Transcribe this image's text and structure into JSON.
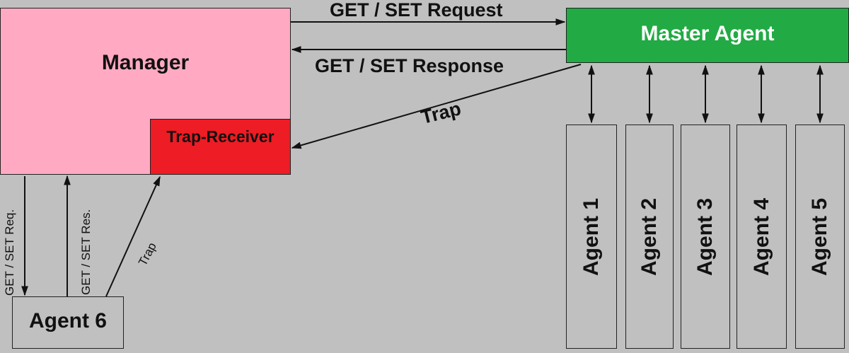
{
  "manager": {
    "title": "Manager"
  },
  "trap_receiver": {
    "label": "Trap-Receiver"
  },
  "master_agent": {
    "label": "Master Agent"
  },
  "agents": [
    "Agent 1",
    "Agent 2",
    "Agent 3",
    "Agent 4",
    "Agent 5"
  ],
  "agent6": {
    "label": "Agent 6"
  },
  "arrows": {
    "get_set_request": "GET / SET Request",
    "get_set_response": "GET / SET Response",
    "trap": "Trap",
    "get_set_req_short": "GET / SET Req.",
    "get_set_res_short": "GET / SET Res.",
    "trap_small": "Trap"
  },
  "colors": {
    "background": "#c0c0c0",
    "manager": "#ffaac2",
    "trap_receiver": "#ee1c24",
    "master_agent": "#22aa44"
  }
}
